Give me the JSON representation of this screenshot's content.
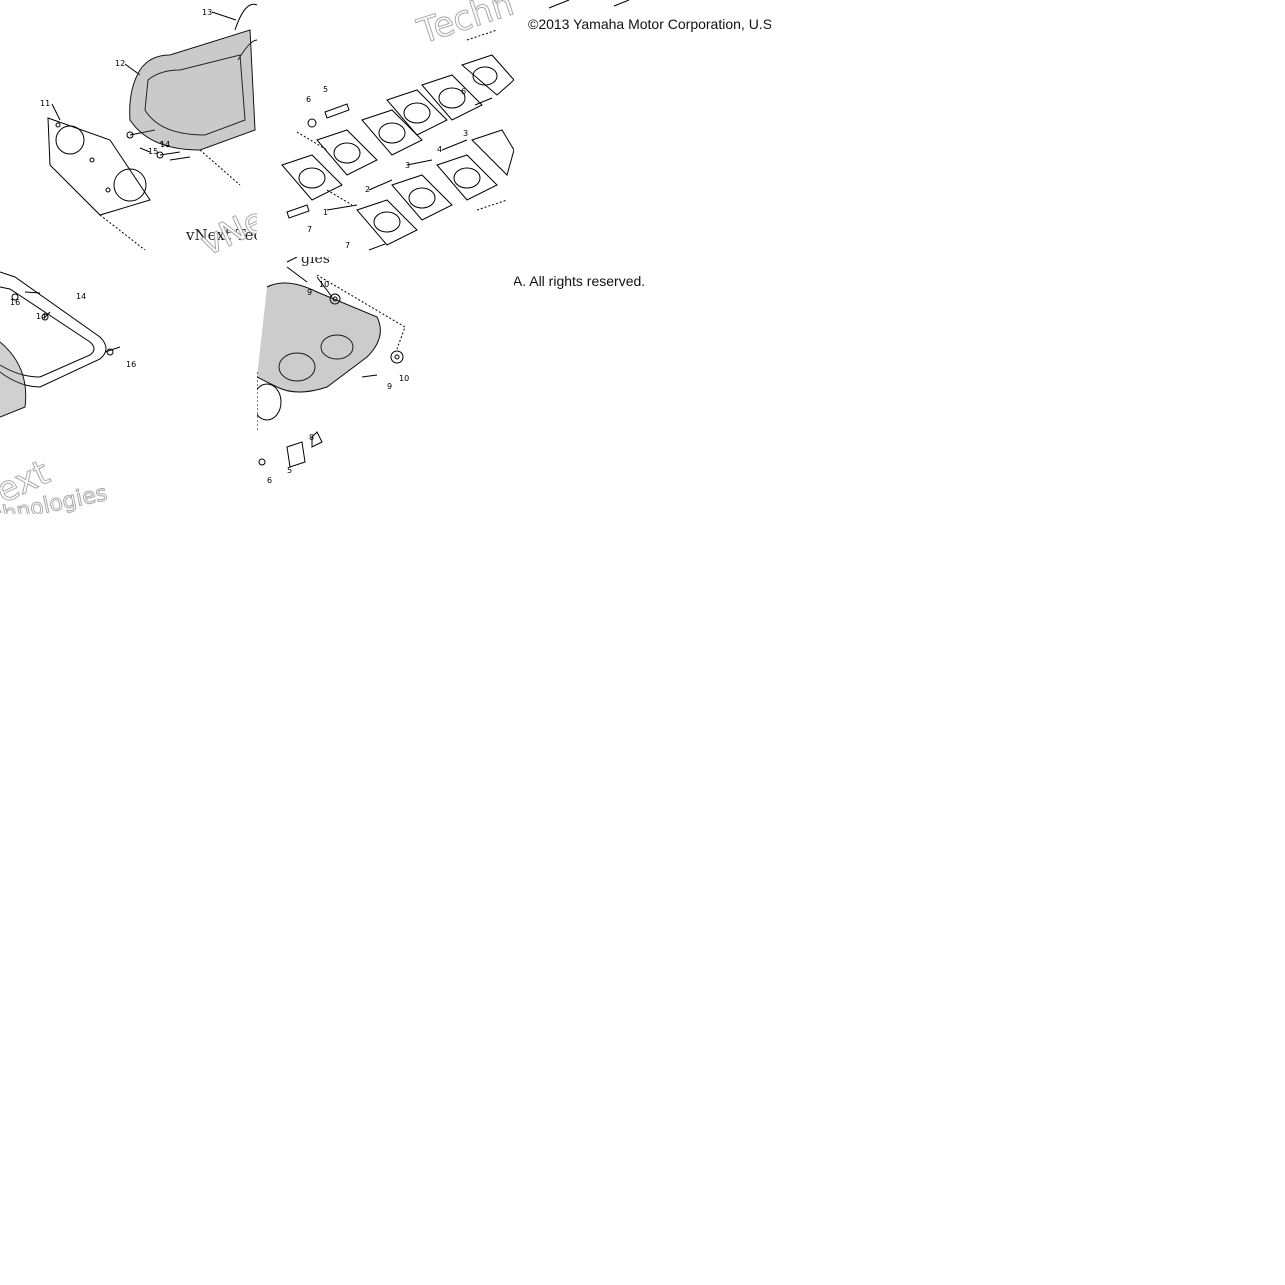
{
  "copyright": {
    "top": "©2013 Yamaha Motor Corporation, U.S",
    "bottom": ".A. All rights reserved."
  },
  "watermark": {
    "left_text": "vNext Tec",
    "center_text": "gies",
    "outline_top": "Techn",
    "outline_left": "vNe",
    "outline_bl_1": "ext",
    "outline_bl_2": "chnologies"
  },
  "callouts": {
    "n1": "1",
    "n2": "2",
    "n3": "3",
    "n4": "4",
    "n5": "5",
    "n6": "6",
    "n7": "7",
    "n8": "8",
    "n9": "9",
    "n10": "10",
    "n11": "11",
    "n12": "12",
    "n13": "13",
    "n14": "14",
    "n15": "15",
    "n16": "16"
  },
  "colors": {
    "ink": "#000000",
    "paper": "#ffffff",
    "watermark_outline": "#aaaaaa"
  }
}
